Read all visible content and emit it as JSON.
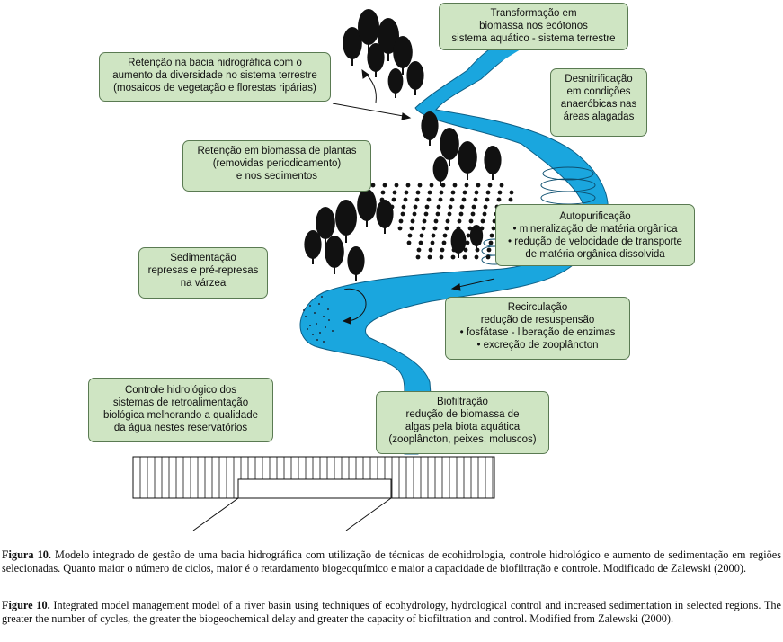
{
  "colors": {
    "river": "#1aa6de",
    "box_fill": "#cfe5c3",
    "box_border": "#5a7a52",
    "trees": "#111111"
  },
  "labels": {
    "transformacao": [
      "Transformação em",
      "biomassa nos ecótonos",
      "sistema aquático - sistema terrestre"
    ],
    "retencao_bacia": [
      "Retenção na bacia hidrográfica com o",
      "aumento da diversidade no sistema terrestre",
      "(mosaicos de vegetação e florestas ripárias)"
    ],
    "desnitrificacao": [
      "Desnitrificação",
      "em condições",
      "anaeróbicas nas",
      "áreas alagadas"
    ],
    "retencao_biomassa": [
      "Retenção em biomassa de plantas",
      "(removidas periodicamento)",
      "e nos sedimentos"
    ],
    "autopurificacao": [
      "Autopurificação",
      "• mineralização de matéria orgânica",
      "• redução de velocidade de transporte",
      "de matéria orgânica dissolvida"
    ],
    "sedimentacao": [
      "Sedimentação",
      "represas e pré-represas",
      "na várzea"
    ],
    "recirculacao": [
      "Recirculação",
      "redução de resuspensão",
      "• fosfátase - liberação de enzimas",
      "• excreção de zooplâncton"
    ],
    "controle": [
      "Controle hidrológico dos",
      "sistemas de retroalimentação",
      "biológica melhorando a qualidade",
      "da água nestes reservatórios"
    ],
    "biofiltracao": [
      "Biofiltração",
      "redução de biomassa de",
      "algas pela biota aquática",
      "(zooplâncton, peixes, moluscos)"
    ]
  },
  "caption_pt": {
    "label": "Figura 10.",
    "text": " Modelo integrado de gestão de uma bacia hidrográfica com utilização de técnicas de ecohidrologia, controle hidrológico e aumento de sedimentação em regiões selecionadas. Quanto maior o número de ciclos, maior é o retardamento biogeoquímico e maior a capacidade de biofiltração e controle. Modificado de Zalewski (2000)."
  },
  "caption_en": {
    "label": "Figure 10.",
    "text": " Integrated model management model of a river basin using techniques of ecohydrology, hydrological control and increased sedimentation in selected regions. The greater the number of cycles, the greater the biogeochemical delay and greater the capacity of biofiltration and control. Modified from Zalewski (2000)."
  }
}
